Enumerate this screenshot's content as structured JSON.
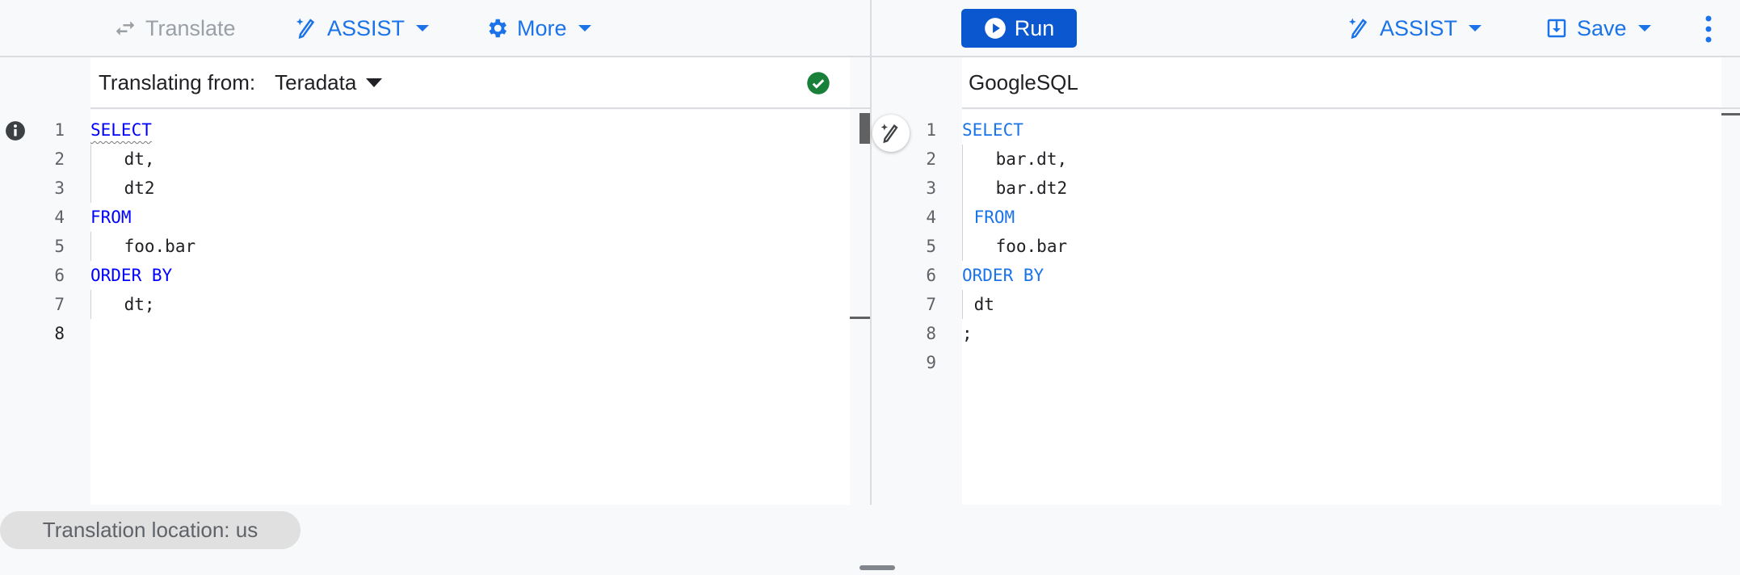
{
  "left_toolbar": {
    "translate": "Translate",
    "assist": "ASSIST",
    "more": "More"
  },
  "right_toolbar": {
    "run": "Run",
    "assist": "ASSIST",
    "save": "Save"
  },
  "source": {
    "label": "Translating from:",
    "dialect": "Teradata",
    "status": "valid",
    "lines": [
      {
        "n": "1",
        "indent": 0,
        "text": "SELECT",
        "kw": true
      },
      {
        "n": "2",
        "indent": 2,
        "text": "dt,"
      },
      {
        "n": "3",
        "indent": 2,
        "text": "dt2"
      },
      {
        "n": "4",
        "indent": 0,
        "text": "FROM",
        "kw": true
      },
      {
        "n": "5",
        "indent": 2,
        "text": "foo.bar"
      },
      {
        "n": "6",
        "indent": 0,
        "text": "ORDER BY",
        "kw": true
      },
      {
        "n": "7",
        "indent": 2,
        "text": "dt;"
      },
      {
        "n": "8",
        "indent": 0,
        "text": ""
      }
    ]
  },
  "target": {
    "dialect": "GoogleSQL",
    "lines": [
      {
        "n": "1",
        "indent": 0,
        "text": "SELECT",
        "kw": true
      },
      {
        "n": "2",
        "indent": 2,
        "text": "bar.dt,"
      },
      {
        "n": "3",
        "indent": 2,
        "text": "bar.dt2"
      },
      {
        "n": "4",
        "indent": 1,
        "text": "FROM",
        "kw": true
      },
      {
        "n": "5",
        "indent": 2,
        "text": "foo.bar"
      },
      {
        "n": "6",
        "indent": 0,
        "text": "ORDER BY",
        "kw": true
      },
      {
        "n": "7",
        "indent": 1,
        "text": "dt"
      },
      {
        "n": "8",
        "indent": 0,
        "text": ";"
      },
      {
        "n": "9",
        "indent": 0,
        "text": ""
      }
    ]
  },
  "footer": {
    "location": "Translation location: us"
  },
  "colors": {
    "accent": "#1a73e8",
    "success": "#188038",
    "keyword": "#0000ff"
  }
}
